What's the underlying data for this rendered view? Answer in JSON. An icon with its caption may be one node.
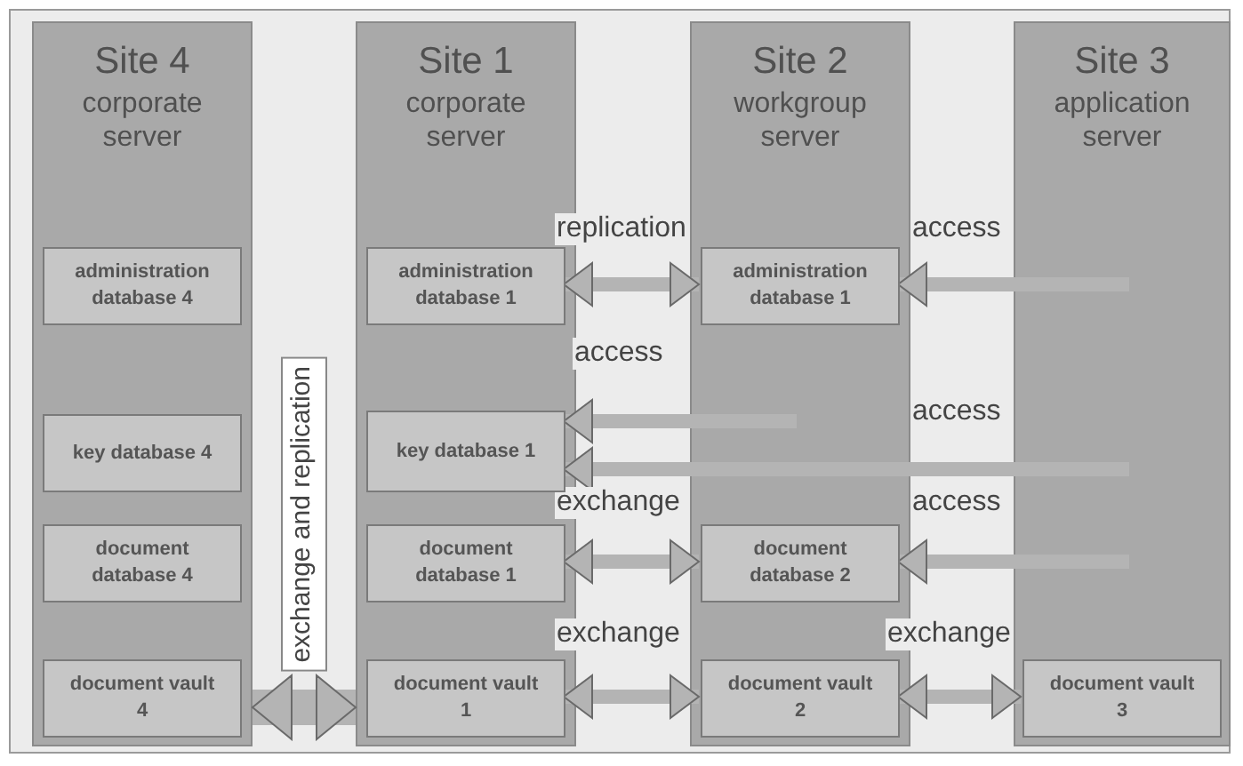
{
  "diagram": {
    "nodes": [
      {
        "text": [
          "Site 4",
          "corporate server"
        ]
      },
      {
        "text": [
          "administration database 4"
        ],
        "in": 0
      },
      {
        "text": [
          "key database 4"
        ],
        "in": 0
      },
      {
        "text": [
          "document database 4"
        ],
        "in": 0
      },
      {
        "text": [
          "document vault 4"
        ],
        "in": 0
      },
      {
        "text": [
          "Site 1",
          "corporate server"
        ]
      },
      {
        "text": [
          "administration database 1"
        ],
        "in": 5
      },
      {
        "text": [
          "key database 1"
        ],
        "in": 5
      },
      {
        "text": [
          "document database 1"
        ],
        "in": 5
      },
      {
        "text": [
          "document vault 1"
        ],
        "in": 5
      },
      {
        "text": [
          "Site 2",
          "workgroup server"
        ]
      },
      {
        "text": [
          "administration database 1"
        ],
        "in": 10
      },
      {
        "text": [
          "document database 2"
        ],
        "in": 10
      },
      {
        "text": [
          "document vault 2"
        ],
        "in": 10
      },
      {
        "text": [
          "Site 3",
          "application server"
        ]
      },
      {
        "text": [
          "document vault 3"
        ],
        "in": 14
      }
    ],
    "edges": [
      {
        "from": 0,
        "to": 5,
        "arrow": "both",
        "label": "exchange and replication",
        "style": "thick"
      },
      {
        "from": 6,
        "to": 11,
        "arrow": "both",
        "label": "replication"
      },
      {
        "from": null,
        "to": 7,
        "arrow": "to",
        "label": "access"
      },
      {
        "from": null,
        "to": 11,
        "arrow": "to",
        "label": "access"
      },
      {
        "from": null,
        "to": 7,
        "arrow": "to",
        "label": "access"
      },
      {
        "from": 8,
        "to": 12,
        "arrow": "both",
        "label": "exchange"
      },
      {
        "from": null,
        "to": 12,
        "arrow": "to",
        "label": "access"
      },
      {
        "from": 9,
        "to": 13,
        "arrow": "both",
        "label": "exchange"
      },
      {
        "from": 13,
        "to": 15,
        "arrow": "both",
        "label": "exchange"
      }
    ]
  }
}
